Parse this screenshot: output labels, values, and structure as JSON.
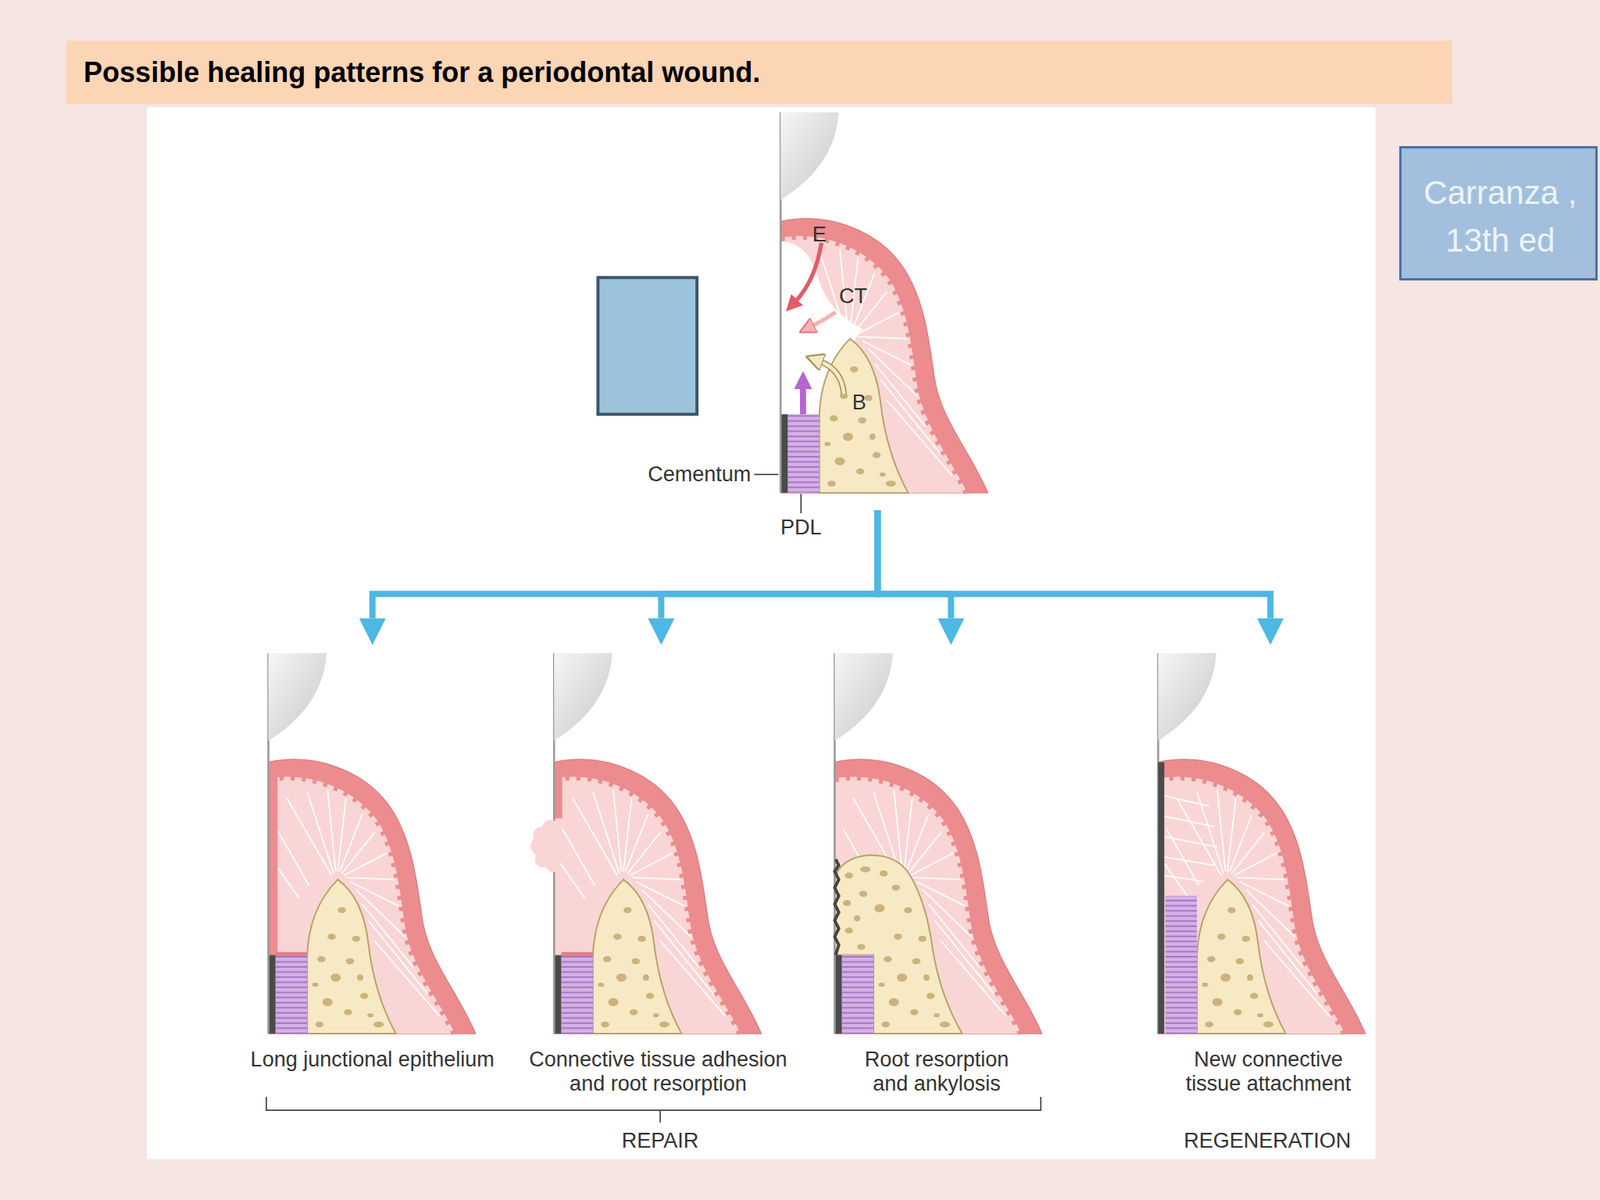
{
  "diagram": {
    "title": "Possible healing patterns for a periodontal wound.",
    "nodes": [
      {
        "text": [
          "E",
          "CT",
          "B",
          "Cementum",
          "PDL"
        ]
      },
      {
        "text": [
          "Carranza , 13th ed"
        ]
      },
      {
        "text": [
          "Long junctional epithelium"
        ]
      },
      {
        "text": [
          "Connective tissue adhesion and root resorption"
        ]
      },
      {
        "text": [
          "Root resorption and ankylosis"
        ]
      },
      {
        "text": [
          "New connective tissue attachment"
        ]
      }
    ],
    "edges": [
      {
        "from": 0,
        "to": 2,
        "arrow": "to"
      },
      {
        "from": 0,
        "to": 3,
        "arrow": "to"
      },
      {
        "from": 0,
        "to": 4,
        "arrow": "to"
      },
      {
        "from": 0,
        "to": 5,
        "arrow": "to"
      }
    ],
    "labels": [
      "REPAIR",
      "REGENERATION"
    ]
  }
}
